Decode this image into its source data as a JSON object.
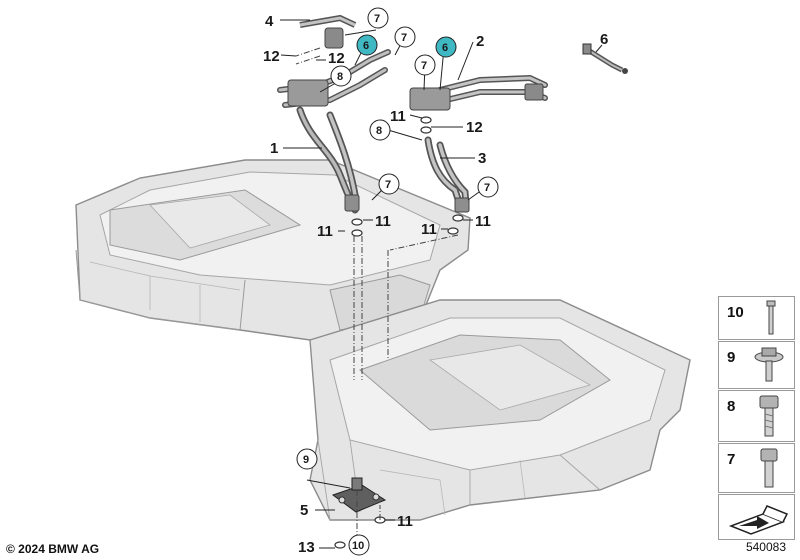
{
  "callouts": {
    "c1": "1",
    "c2": "2",
    "c3": "3",
    "c4": "4",
    "c5": "5",
    "c6a": "6",
    "c6b": "6",
    "c6c": "6",
    "c7a": "7",
    "c7b": "7",
    "c7c": "7",
    "c7d": "7",
    "c7e": "7",
    "c8a": "8",
    "c8b": "8",
    "c9": "9",
    "c10": "10",
    "c11a": "11",
    "c11b": "11",
    "c11c": "11",
    "c11d": "11",
    "c11e": "11",
    "c11f": "11",
    "c12a": "12",
    "c12b": "12",
    "c12c": "12",
    "c13": "13"
  },
  "legend": {
    "l10": "10",
    "l9": "9",
    "l8": "8",
    "l7": "7"
  },
  "footer": {
    "copyright": "© 2024 BMW AG",
    "diagram_id": "540083"
  },
  "colors": {
    "highlight": "#3fb8c4",
    "housing": "#e6e6e6",
    "outline": "#8c8c8c",
    "pipe": "#6d6d6d"
  }
}
